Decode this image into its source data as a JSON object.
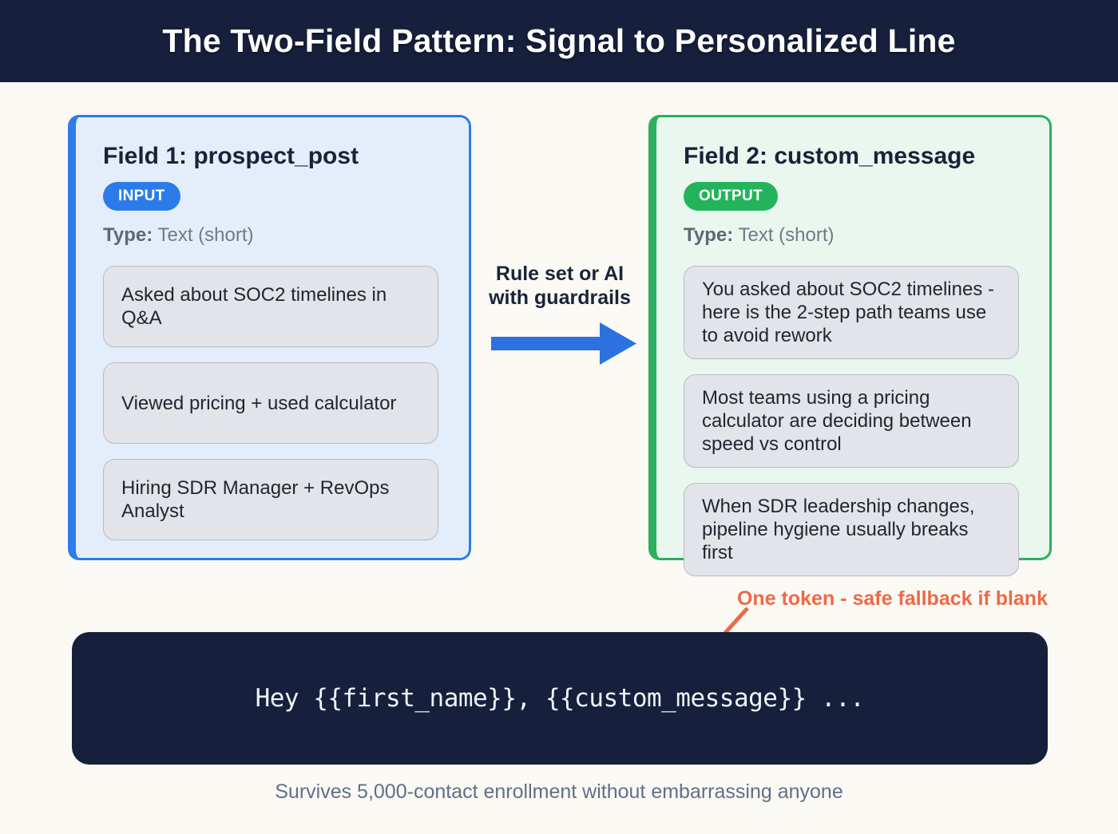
{
  "header": {
    "title": "The Two-Field Pattern: Signal to Personalized Line"
  },
  "field1": {
    "title": "Field 1: prospect_post",
    "badge": "INPUT",
    "type_label": "Type:",
    "type_value": "Text (short)",
    "items": [
      "Asked about SOC2 timelines in Q&A",
      "Viewed pricing + used calculator",
      "Hiring SDR Manager + RevOps Analyst"
    ]
  },
  "transform": {
    "label_line1": "Rule set or AI",
    "label_line2": "with guardrails"
  },
  "field2": {
    "title": "Field 2: custom_message",
    "badge": "OUTPUT",
    "type_label": "Type:",
    "type_value": "Text (short)",
    "items": [
      "You asked about SOC2 timelines - here is the 2-step path teams use to avoid rework",
      "Most teams using a pricing calculator are deciding between speed vs control",
      "When SDR leadership changes, pipeline hygiene usually breaks first"
    ]
  },
  "annotation": {
    "text": "One token - safe fallback if blank"
  },
  "code": {
    "text": "Hey {{first_name}}, {{custom_message}} ..."
  },
  "caption": {
    "text": "Survives 5,000-contact enrollment without embarrassing anyone"
  },
  "colors": {
    "navy": "#16203c",
    "blue": "#2b7ce9",
    "green": "#23b45b",
    "orange": "#ed6a45",
    "panel_blue_bg": "#e4eefb",
    "panel_green_bg": "#e9f7ef",
    "item_bg": "#e3e4e9",
    "muted_gray": "#707a88",
    "caption_gray": "#5f6f8a",
    "page_bg": "#fbf9f4"
  }
}
